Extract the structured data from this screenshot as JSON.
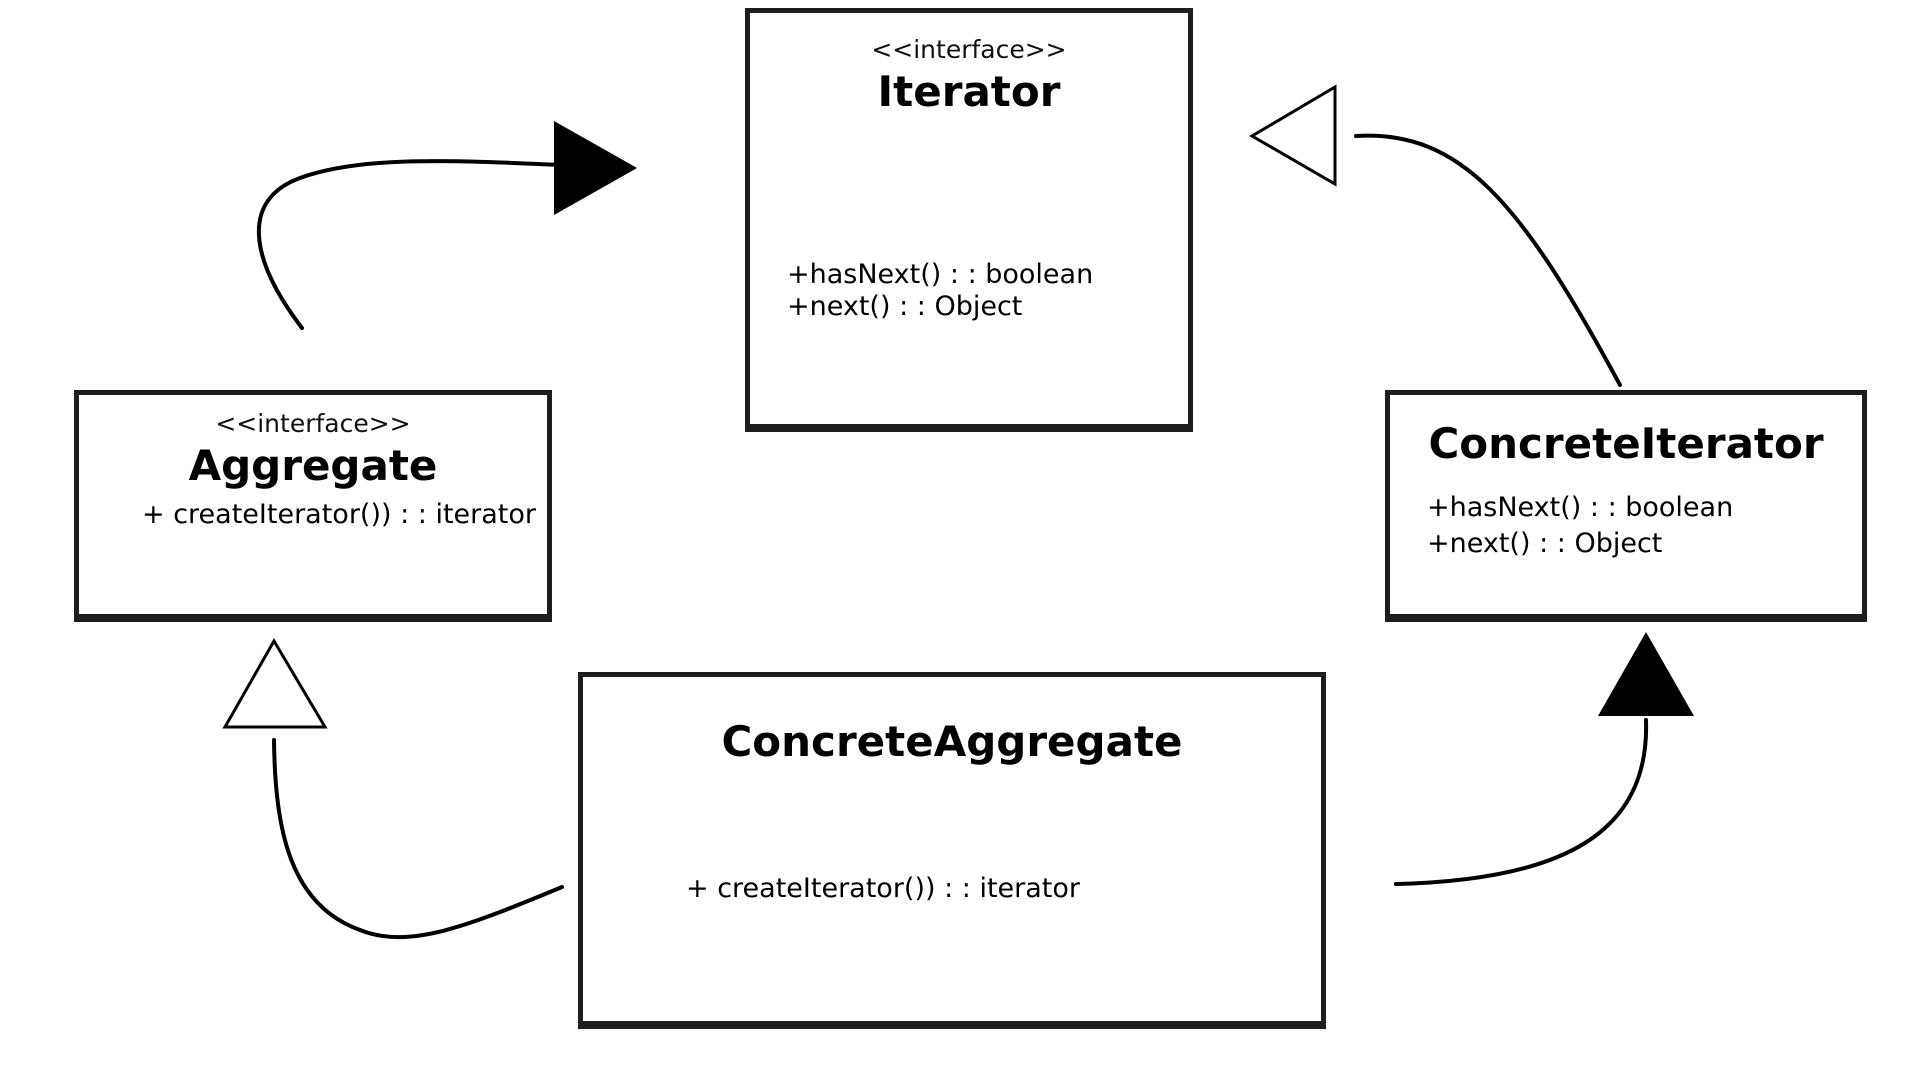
{
  "diagram": {
    "classes": {
      "iterator": {
        "stereotype": "<<interface>>",
        "name": "Iterator",
        "operations": [
          "+hasNext() : : boolean",
          "+next() : : Object"
        ]
      },
      "aggregate": {
        "stereotype": "<<interface>>",
        "name": "Aggregate",
        "operations": [
          "+ createIterator()) : : iterator"
        ]
      },
      "concrete_iterator": {
        "name": "ConcreteIterator",
        "operations": [
          "+hasNext() : : boolean",
          "+next() : : Object"
        ]
      },
      "concrete_aggregate": {
        "name": "ConcreteAggregate",
        "operations": [
          "+ createIterator()) : : iterator"
        ]
      }
    },
    "relations": [
      {
        "from": "Aggregate",
        "to": "Iterator",
        "head": "filled-arrow"
      },
      {
        "from": "ConcreteIterator",
        "to": "Iterator",
        "head": "hollow-triangle"
      },
      {
        "from": "ConcreteAggregate",
        "to": "Aggregate",
        "head": "hollow-triangle"
      },
      {
        "from": "ConcreteAggregate",
        "to": "ConcreteIterator",
        "head": "filled-arrow"
      }
    ]
  }
}
